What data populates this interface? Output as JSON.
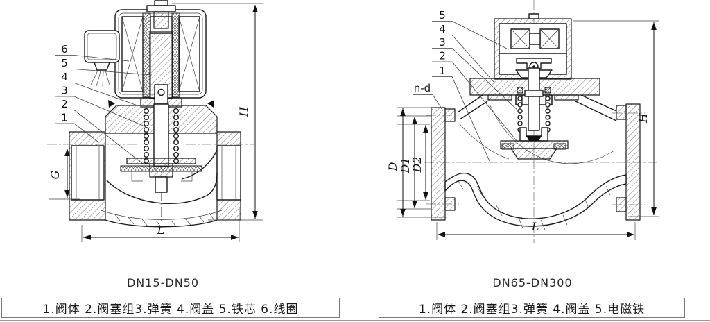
{
  "colors": {
    "line": "#1a1a1a",
    "leader": "#3c3c3c",
    "centerline": "#787878",
    "background": "#ffffff",
    "legend_border": "#777777"
  },
  "left_valve": {
    "caption": "DN15-DN50",
    "legend": "1.阀体 2.阀塞组3.弹簧 4.阀盖 5.铁芯 6.线圈",
    "part_labels": {
      "p6": "6",
      "p5": "5",
      "p4": "4",
      "p3": "3",
      "p2": "2",
      "p1": "1"
    },
    "dims": {
      "g": "G",
      "h": "H",
      "l": "L"
    }
  },
  "right_valve": {
    "caption": "DN65-DN300",
    "legend": "1.阀体 2.阀塞组3.弹簧 4.阀盖 5.电磁铁",
    "part_labels": {
      "p5": "5",
      "p4": "4",
      "p3": "3",
      "p2": "2",
      "p1": "1"
    },
    "bolt_spec": "n-d",
    "dims": {
      "d": "D",
      "d1": "D1",
      "d2": "D2",
      "h": "H",
      "l": "L"
    }
  }
}
